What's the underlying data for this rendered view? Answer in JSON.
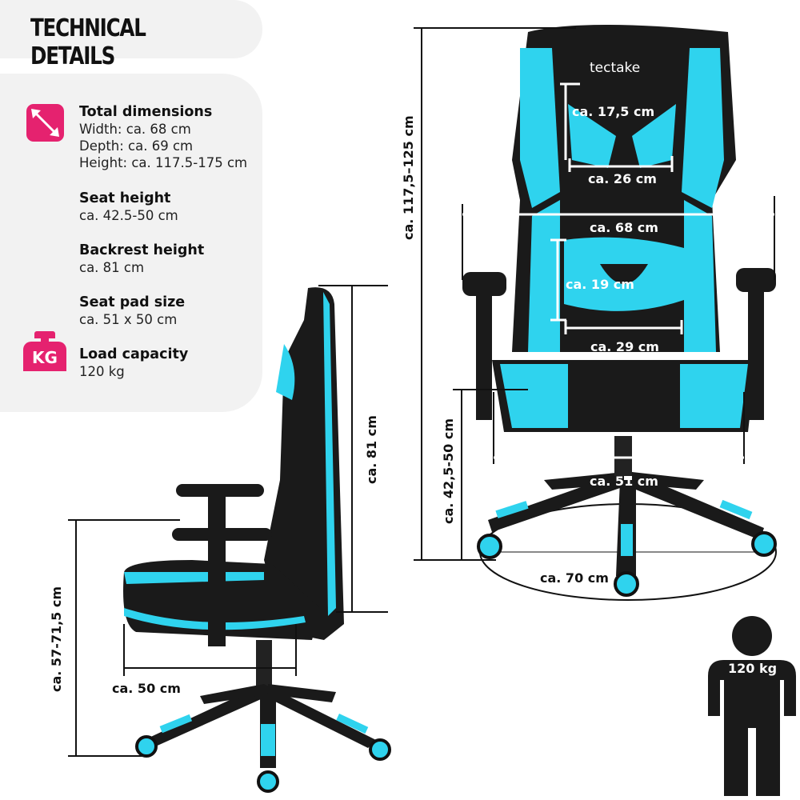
{
  "header": {
    "title": "TECHNICAL DETAILS"
  },
  "details": [
    {
      "icon": "dimensions-arrow-icon",
      "heading": "Total dimensions",
      "lines": [
        "Width: ca. 68 cm",
        "Depth: ca. 69 cm",
        "Height: ca. 117.5-175 cm"
      ]
    },
    {
      "heading": "Seat height",
      "lines": [
        "ca. 42.5-50 cm"
      ]
    },
    {
      "heading": "Backrest height",
      "lines": [
        "ca. 81 cm"
      ]
    },
    {
      "heading": "Seat pad size",
      "lines": [
        "ca. 51 x 50 cm"
      ]
    },
    {
      "icon": "kg-weight-icon",
      "icon_text": "KG",
      "heading": "Load capacity",
      "lines": [
        "120 kg"
      ]
    }
  ],
  "brand": "tectake",
  "front_view": {
    "total_height": "ca. 117,5–125 cm",
    "headrest_height": "ca. 17,5 cm",
    "headrest_width": "ca. 26 cm",
    "width": "ca. 68 cm",
    "lumbar_height": "ca. 19 cm",
    "lumbar_width": "ca. 29 cm",
    "seat_height": "ca. 42,5-50 cm",
    "seat_width": "ca. 51 cm",
    "base_diameter": "ca. 70 cm"
  },
  "side_view": {
    "backrest_height": "ca. 81 cm",
    "armrest_height": "ca. 57-71,5 cm",
    "seat_depth": "ca. 50 cm"
  },
  "person": {
    "load": "120 kg"
  },
  "colors": {
    "accent": "#e5226f",
    "chair_blue": "#2fd3ee",
    "chair_black": "#1a1a1a",
    "panel": "#f2f2f2"
  }
}
